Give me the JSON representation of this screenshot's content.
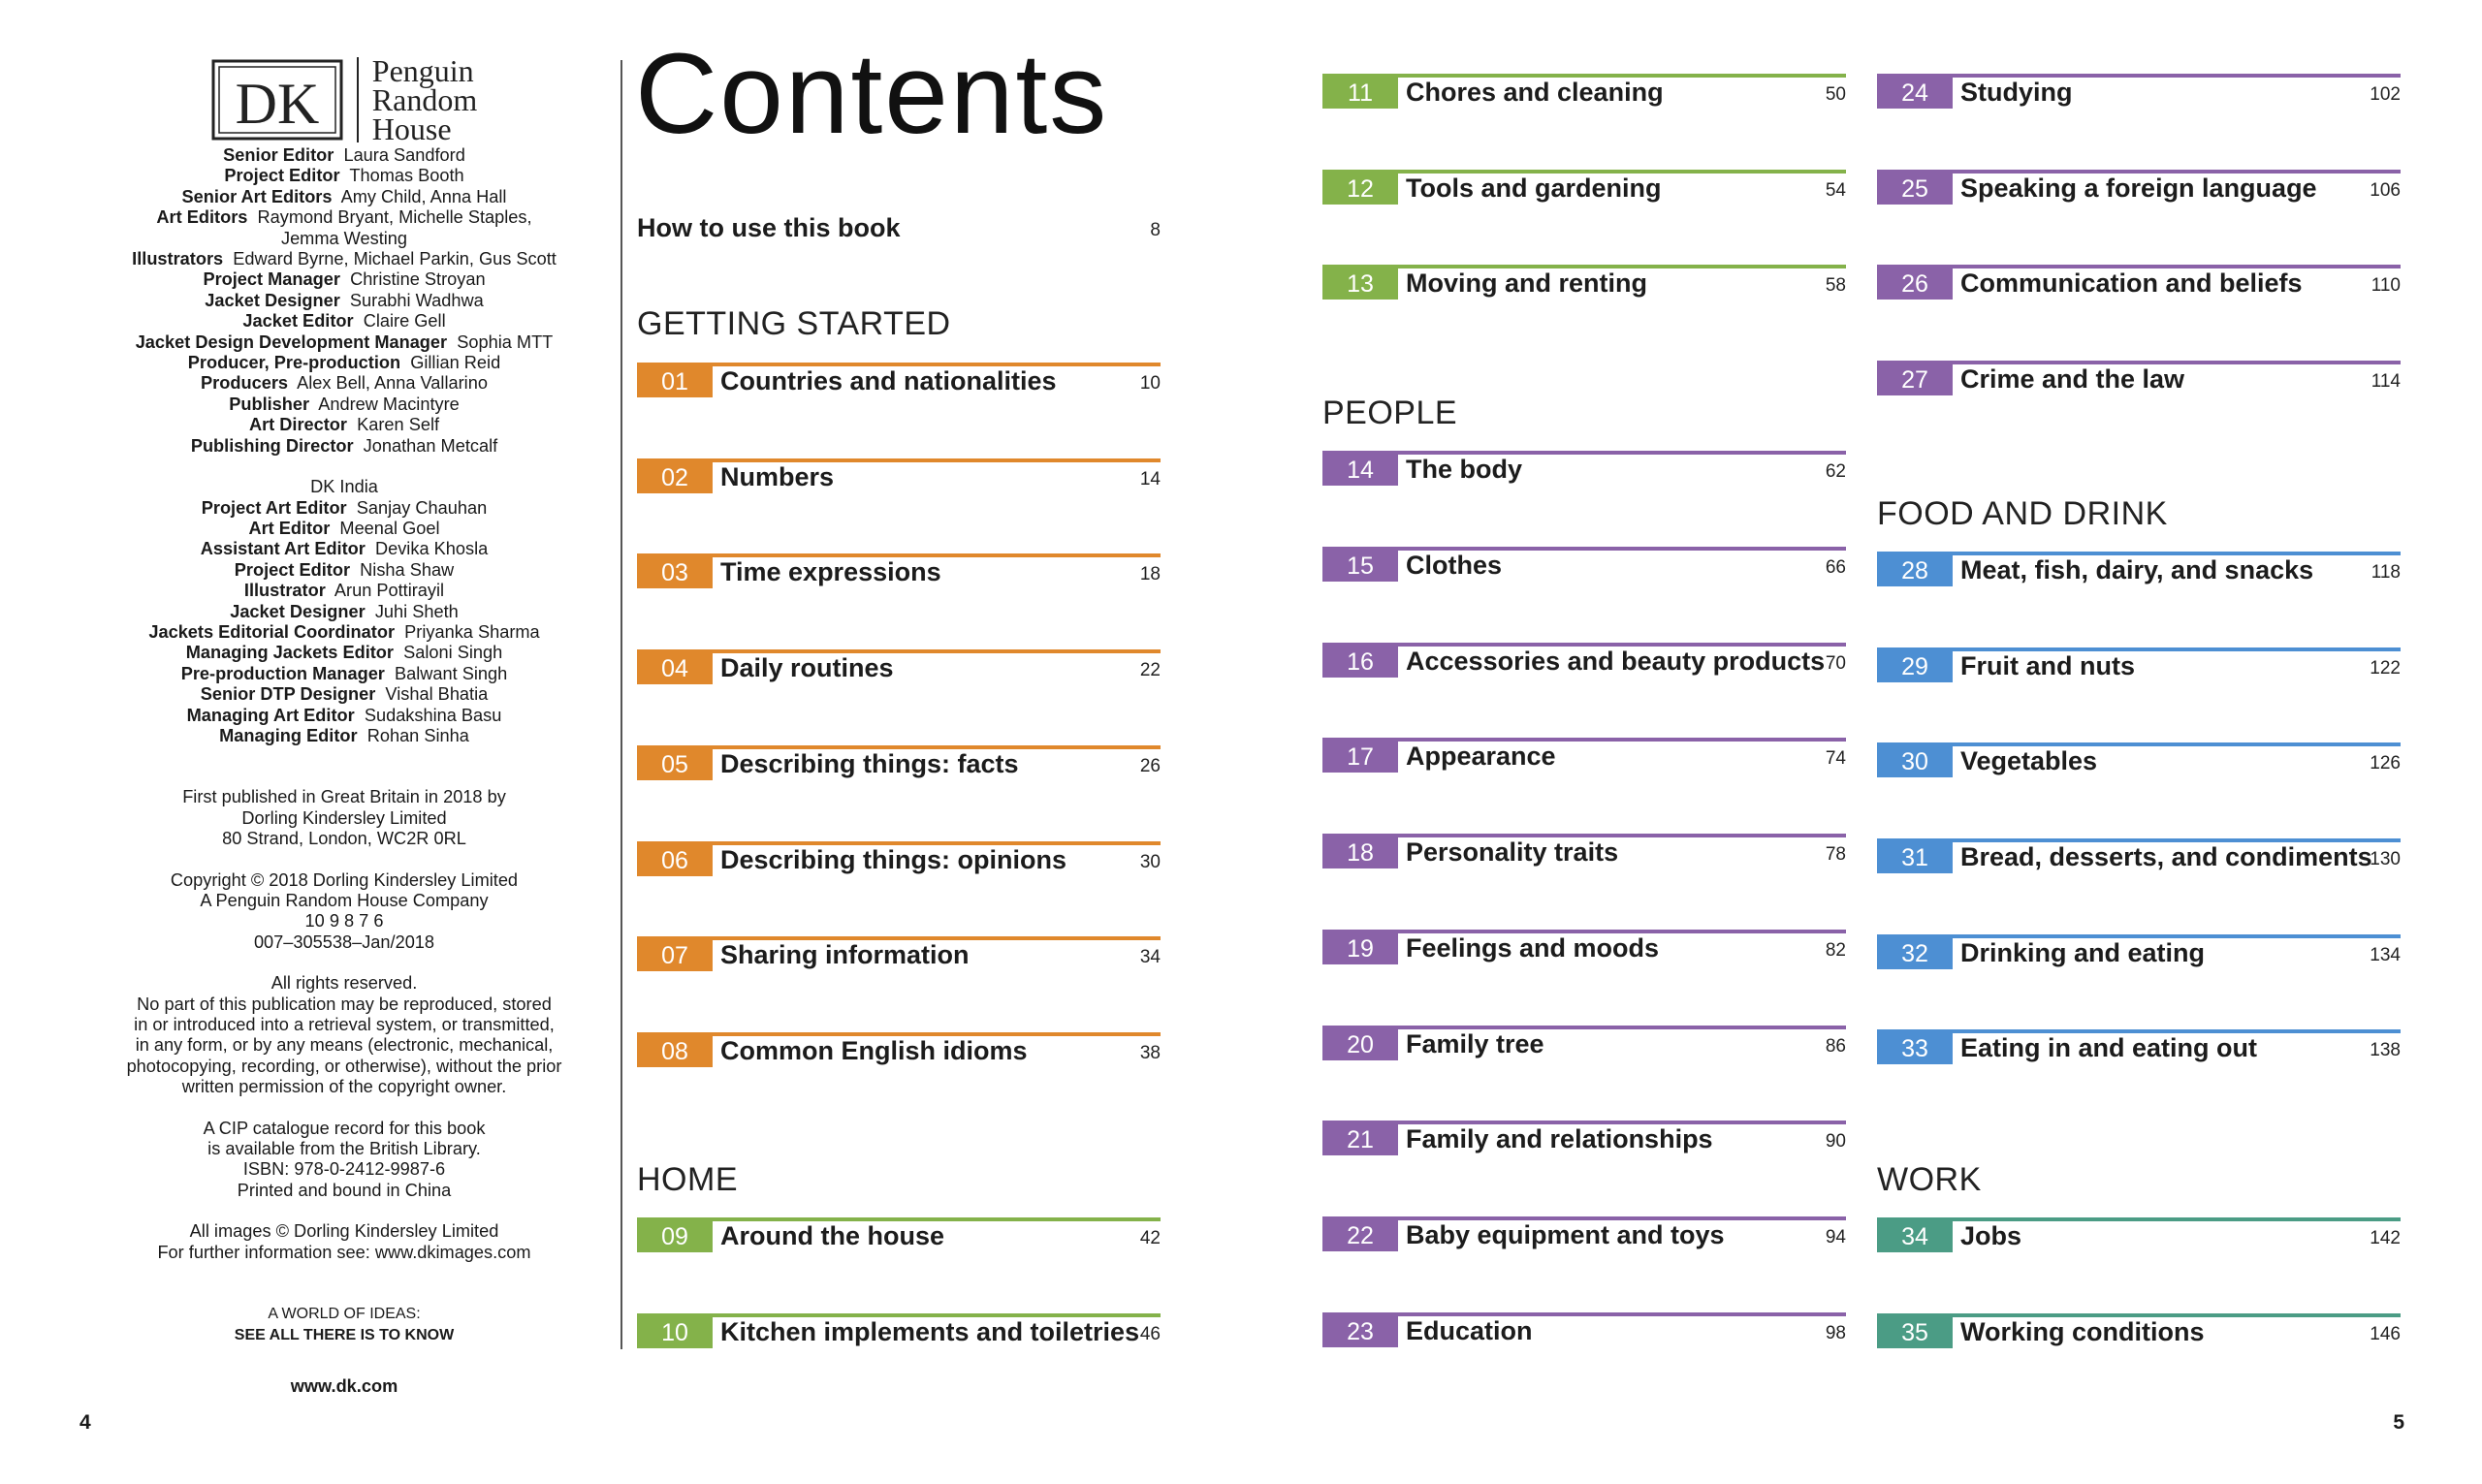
{
  "page_numbers": {
    "left": "4",
    "right": "5"
  },
  "logo": {
    "dk_letters": "DK",
    "publisher_lines": [
      "Penguin",
      "Random",
      "House"
    ]
  },
  "credits": [
    {
      "role": "Senior Editor",
      "names": "Laura Sandford"
    },
    {
      "role": "Project Editor",
      "names": "Thomas Booth"
    },
    {
      "role": "Senior Art Editors",
      "names": "Amy Child, Anna Hall"
    },
    {
      "role": "Art Editors",
      "names": "Raymond Bryant, Michelle Staples,"
    },
    {
      "role": "",
      "names": "Jemma Westing"
    },
    {
      "role": "Illustrators",
      "names": "Edward Byrne, Michael Parkin, Gus Scott"
    },
    {
      "role": "Project Manager",
      "names": "Christine Stroyan"
    },
    {
      "role": "Jacket Designer",
      "names": "Surabhi Wadhwa"
    },
    {
      "role": "Jacket Editor",
      "names": "Claire Gell"
    },
    {
      "role": "Jacket Design Development Manager",
      "names": "Sophia MTT"
    },
    {
      "role": "Producer, Pre-production",
      "names": "Gillian Reid"
    },
    {
      "role": "Producers",
      "names": "Alex Bell, Anna Vallarino"
    },
    {
      "role": "Publisher",
      "names": "Andrew Macintyre"
    },
    {
      "role": "Art Director",
      "names": "Karen Self"
    },
    {
      "role": "Publishing Director",
      "names": "Jonathan Metcalf"
    }
  ],
  "india_heading": "DK India",
  "india_credits": [
    {
      "role": "Project Art Editor",
      "names": "Sanjay Chauhan"
    },
    {
      "role": "Art Editor",
      "names": "Meenal Goel"
    },
    {
      "role": "Assistant Art Editor",
      "names": "Devika Khosla"
    },
    {
      "role": "Project Editor",
      "names": "Nisha Shaw"
    },
    {
      "role": "Illustrator",
      "names": "Arun Pottirayil"
    },
    {
      "role": "Jacket Designer",
      "names": "Juhi Sheth"
    },
    {
      "role": "Jackets Editorial Coordinator",
      "names": "Priyanka Sharma"
    },
    {
      "role": "Managing Jackets Editor",
      "names": "Saloni Singh"
    },
    {
      "role": "Pre-production Manager",
      "names": "Balwant Singh"
    },
    {
      "role": "Senior DTP Designer",
      "names": "Vishal Bhatia"
    },
    {
      "role": "Managing Art Editor",
      "names": "Sudakshina Basu"
    },
    {
      "role": "Managing Editor",
      "names": "Rohan Sinha"
    }
  ],
  "publication_info": [
    "First published in Great Britain in 2018 by",
    "Dorling Kindersley Limited",
    "80 Strand, London, WC2R 0RL"
  ],
  "copyright_info": [
    "Copyright © 2018 Dorling Kindersley Limited",
    "A Penguin Random House Company",
    "10 9 8 7 6",
    "007–305538–Jan/2018"
  ],
  "rights_info": [
    "All rights reserved.",
    "No part of this publication may be reproduced, stored",
    "in or introduced into a retrieval system, or transmitted,",
    "in any form, or by any means (electronic, mechanical,",
    "photocopying, recording, or otherwise), without the prior",
    "written permission of the copyright owner."
  ],
  "cip_info": [
    "A CIP catalogue record for this book",
    "is available from the British Library.",
    "ISBN: 978-0-2412-9987-6",
    "Printed and bound in China"
  ],
  "images_info": [
    "All images © Dorling Kindersley Limited",
    "For further information see: www.dkimages.com"
  ],
  "tagline": {
    "line1": "A WORLD OF IDEAS:",
    "line2": "SEE ALL THERE IS TO KNOW"
  },
  "website": "www.dk.com",
  "contents_title": "Contents",
  "intro_entry": {
    "title": "How to use this book",
    "page": "8"
  },
  "colors": {
    "getting_started": "#e0882c",
    "home": "#84b24a",
    "people": "#8a62a8",
    "food": "#4d8fd3",
    "work": "#4b9c85"
  },
  "sections": [
    {
      "heading": "GETTING STARTED",
      "color_key": "getting_started",
      "entries": [
        {
          "num": "01",
          "title": "Countries and nationalities",
          "page": "10"
        },
        {
          "num": "02",
          "title": "Numbers",
          "page": "14"
        },
        {
          "num": "03",
          "title": "Time expressions",
          "page": "18"
        },
        {
          "num": "04",
          "title": "Daily routines",
          "page": "22"
        },
        {
          "num": "05",
          "title": "Describing things: facts",
          "page": "26"
        },
        {
          "num": "06",
          "title": "Describing things: opinions",
          "page": "30"
        },
        {
          "num": "07",
          "title": "Sharing information",
          "page": "34"
        },
        {
          "num": "08",
          "title": "Common English idioms",
          "page": "38"
        }
      ]
    },
    {
      "heading": "HOME",
      "color_key": "home",
      "entries": [
        {
          "num": "09",
          "title": "Around the house",
          "page": "42"
        },
        {
          "num": "10",
          "title": "Kitchen implements and toiletries",
          "page": "46"
        },
        {
          "num": "11",
          "title": "Chores and cleaning",
          "page": "50"
        },
        {
          "num": "12",
          "title": "Tools and gardening",
          "page": "54"
        },
        {
          "num": "13",
          "title": "Moving and renting",
          "page": "58"
        }
      ]
    },
    {
      "heading": "PEOPLE",
      "color_key": "people",
      "entries": [
        {
          "num": "14",
          "title": "The body",
          "page": "62"
        },
        {
          "num": "15",
          "title": "Clothes",
          "page": "66"
        },
        {
          "num": "16",
          "title": "Accessories and beauty products",
          "page": "70"
        },
        {
          "num": "17",
          "title": "Appearance",
          "page": "74"
        },
        {
          "num": "18",
          "title": "Personality traits",
          "page": "78"
        },
        {
          "num": "19",
          "title": "Feelings and moods",
          "page": "82"
        },
        {
          "num": "20",
          "title": "Family tree",
          "page": "86"
        },
        {
          "num": "21",
          "title": "Family and relationships",
          "page": "90"
        },
        {
          "num": "22",
          "title": "Baby equipment and toys",
          "page": "94"
        },
        {
          "num": "23",
          "title": "Education",
          "page": "98"
        },
        {
          "num": "24",
          "title": "Studying",
          "page": "102"
        },
        {
          "num": "25",
          "title": "Speaking a foreign language",
          "page": "106"
        },
        {
          "num": "26",
          "title": "Communication and beliefs",
          "page": "110"
        },
        {
          "num": "27",
          "title": "Crime and the law",
          "page": "114"
        }
      ]
    },
    {
      "heading": "FOOD AND DRINK",
      "color_key": "food",
      "entries": [
        {
          "num": "28",
          "title": "Meat, fish, dairy, and snacks",
          "page": "118"
        },
        {
          "num": "29",
          "title": "Fruit and nuts",
          "page": "122"
        },
        {
          "num": "30",
          "title": "Vegetables",
          "page": "126"
        },
        {
          "num": "31",
          "title": "Bread, desserts, and condiments",
          "page": "130"
        },
        {
          "num": "32",
          "title": "Drinking and eating",
          "page": "134"
        },
        {
          "num": "33",
          "title": "Eating in and eating out",
          "page": "138"
        }
      ]
    },
    {
      "heading": "WORK",
      "color_key": "work",
      "entries": [
        {
          "num": "34",
          "title": "Jobs",
          "page": "142"
        },
        {
          "num": "35",
          "title": "Working conditions",
          "page": "146"
        }
      ]
    }
  ]
}
